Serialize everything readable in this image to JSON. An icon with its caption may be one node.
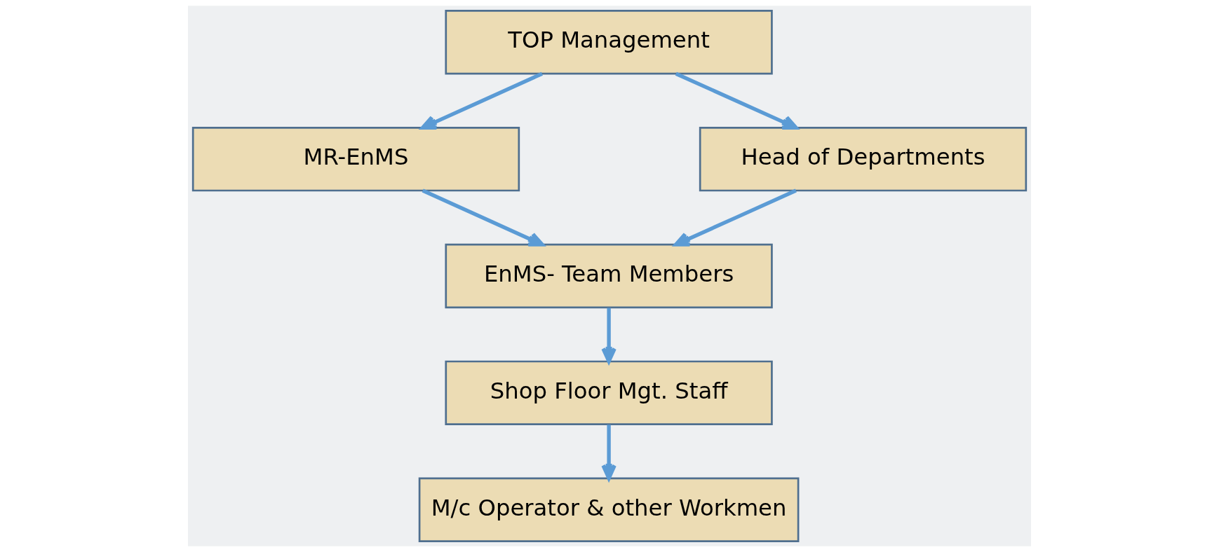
{
  "diagram": {
    "nodes": [
      {
        "text": [
          "TOP Management"
        ]
      },
      {
        "text": [
          "MR-EnMS"
        ]
      },
      {
        "text": [
          "Head of Departments"
        ]
      },
      {
        "text": [
          "EnMS- Team Members"
        ]
      },
      {
        "text": [
          "Shop Floor Mgt. Staff"
        ]
      },
      {
        "text": [
          "M/c Operator & other Workmen"
        ]
      }
    ],
    "edges": [
      {
        "from": 0,
        "to": 1,
        "arrow": "to"
      },
      {
        "from": 0,
        "to": 2,
        "arrow": "to"
      },
      {
        "from": 1,
        "to": 3,
        "arrow": "to"
      },
      {
        "from": 2,
        "to": 3,
        "arrow": "to"
      },
      {
        "from": 3,
        "to": 4,
        "arrow": "to"
      },
      {
        "from": 4,
        "to": 5,
        "arrow": "to"
      }
    ]
  }
}
